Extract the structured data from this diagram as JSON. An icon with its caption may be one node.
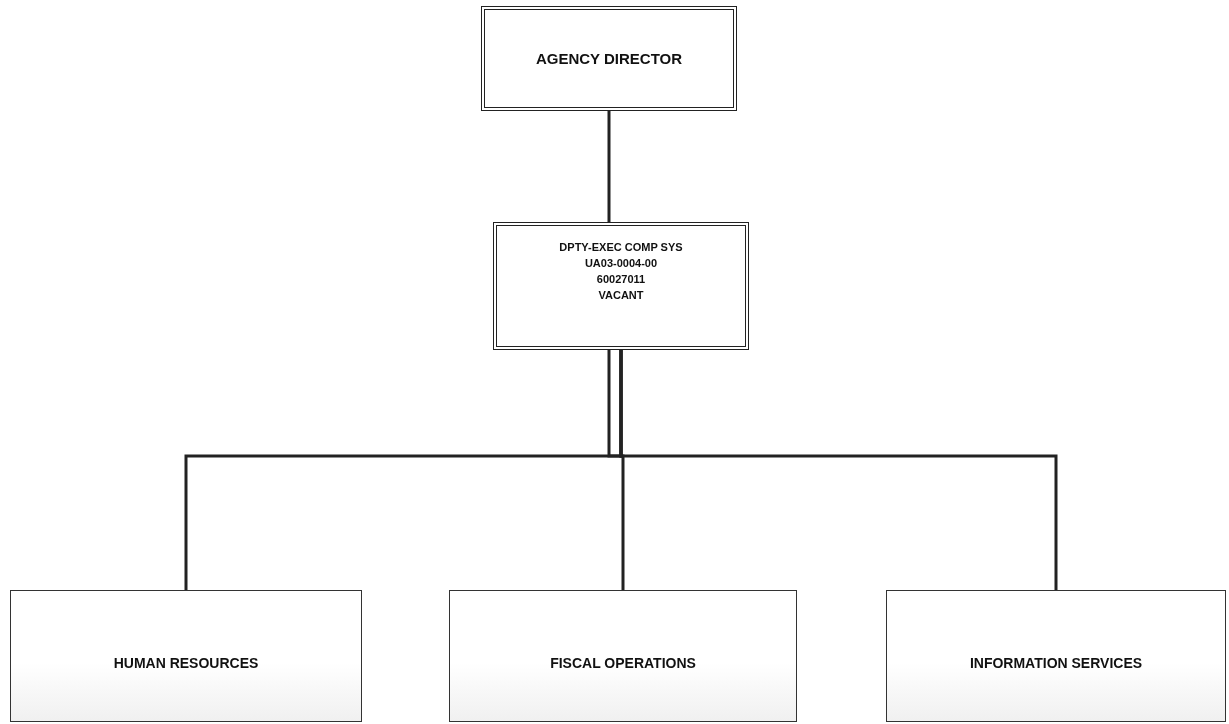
{
  "diagram": {
    "nodes": [
      {
        "text": [
          "AGENCY DIRECTOR"
        ]
      },
      {
        "text": [
          "DPTY-EXEC COMP SYS",
          "UA03-0004-00",
          "60027011",
          "VACANT"
        ]
      },
      {
        "text": [
          "HUMAN RESOURCES"
        ]
      },
      {
        "text": [
          "FISCAL OPERATIONS"
        ]
      },
      {
        "text": [
          "INFORMATION SERVICES"
        ]
      }
    ],
    "edges": [
      {
        "from": 0,
        "to": 1,
        "arrow": "none"
      },
      {
        "from": 1,
        "to": 2,
        "arrow": "none"
      },
      {
        "from": 1,
        "to": 3,
        "arrow": "none"
      },
      {
        "from": 1,
        "to": 4,
        "arrow": "none"
      }
    ]
  }
}
